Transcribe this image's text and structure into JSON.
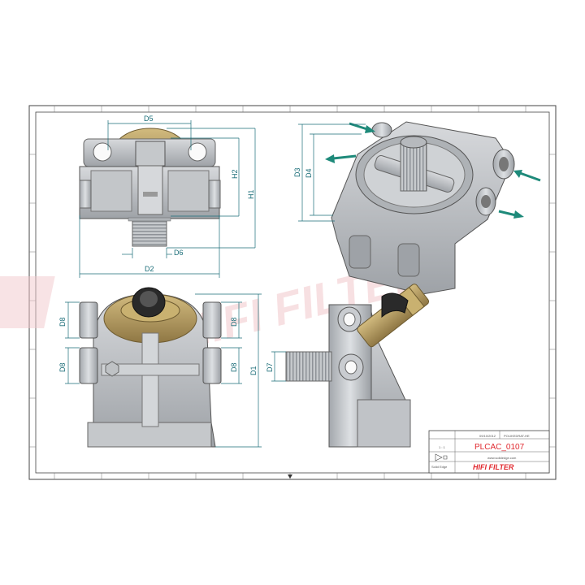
{
  "drawing": {
    "watermark": "HIFI FILTER",
    "dimensions": {
      "front_top": [
        "D5",
        "H2",
        "H1",
        "D6",
        "D2"
      ],
      "iso": [
        "D3",
        "D4"
      ],
      "front_bottom": [
        "D8",
        "D8",
        "D8",
        "D8",
        "D1"
      ],
      "side": [
        "D7"
      ]
    },
    "title_block": {
      "part_code": "PLCAC_0107",
      "brand": "HIFI FILTER",
      "site": "www.solidedge.com",
      "software": "Solid Edge",
      "date": "09/10/2012",
      "sheet": "POLIKEDRAT-HE",
      "scale": "1 : 1"
    },
    "colors": {
      "frame": "#333333",
      "dimension": "#1a6d78",
      "arrow": "#1e8a7a",
      "body_metal": "#b9bcc0",
      "brass": "#b8a065",
      "accent": "#e0282e"
    }
  }
}
